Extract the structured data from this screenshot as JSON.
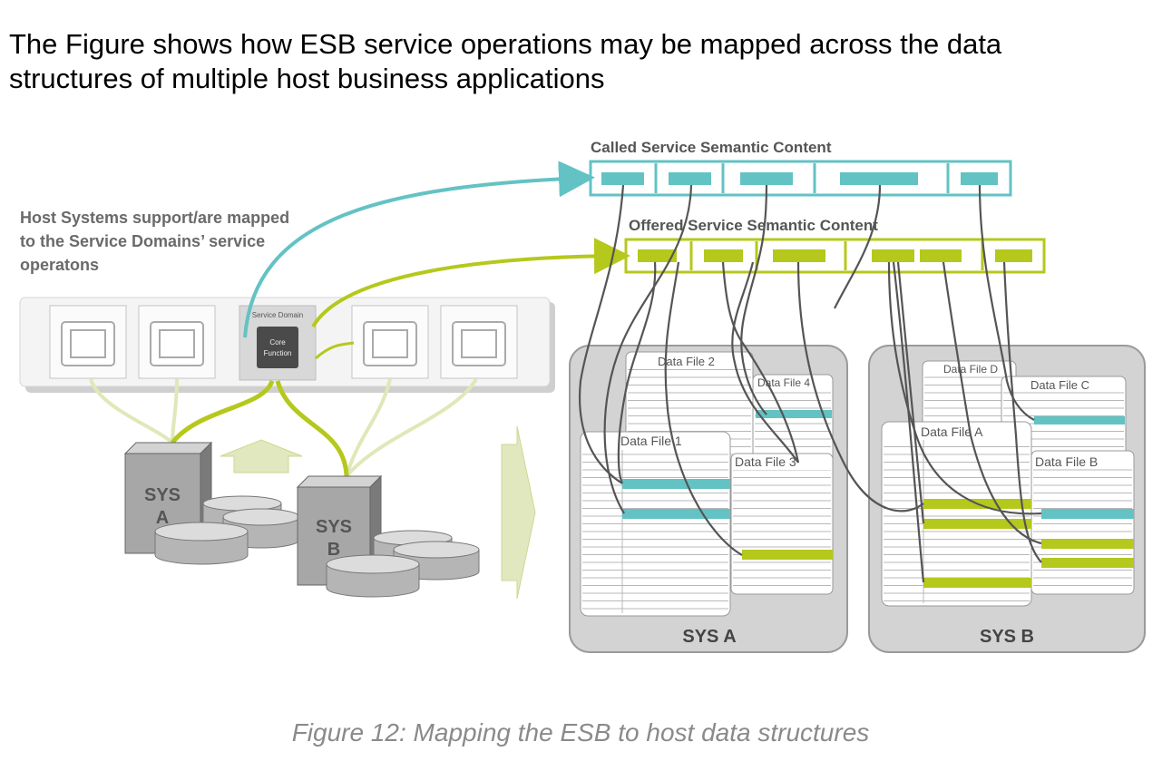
{
  "heading": {
    "line1": "The Figure shows how ESB service operations may be mapped across the data",
    "line2": "structures of multiple host business applications"
  },
  "labels": {
    "host_systems": [
      "Host Systems support/are mapped",
      "to the Service Domains’ service",
      "operatons"
    ],
    "called": "Called Service Semantic Content",
    "offered": "Offered Service Semantic Content",
    "service_domain": "Service Domain",
    "core_function": [
      "Core",
      "Function"
    ],
    "sys_a_block": [
      "SYS",
      "A"
    ],
    "sys_b_block": [
      "SYS",
      "B"
    ],
    "sys_a_group": "SYS A",
    "sys_b_group": "SYS B"
  },
  "data_files": {
    "file1": "Data File 1",
    "file2": "Data File 2",
    "file3": "Data File 3",
    "file4": "Data File 4",
    "fileA": "Data File A",
    "fileB": "Data File B",
    "fileC": "Data File C",
    "fileD": "Data File D"
  },
  "colors": {
    "teal": "#63c2c4",
    "lime": "#b5c81c",
    "connector": "#555555",
    "panel": "#d3d3d3"
  },
  "caption": "Figure 12: Mapping the ESB to host data structures"
}
